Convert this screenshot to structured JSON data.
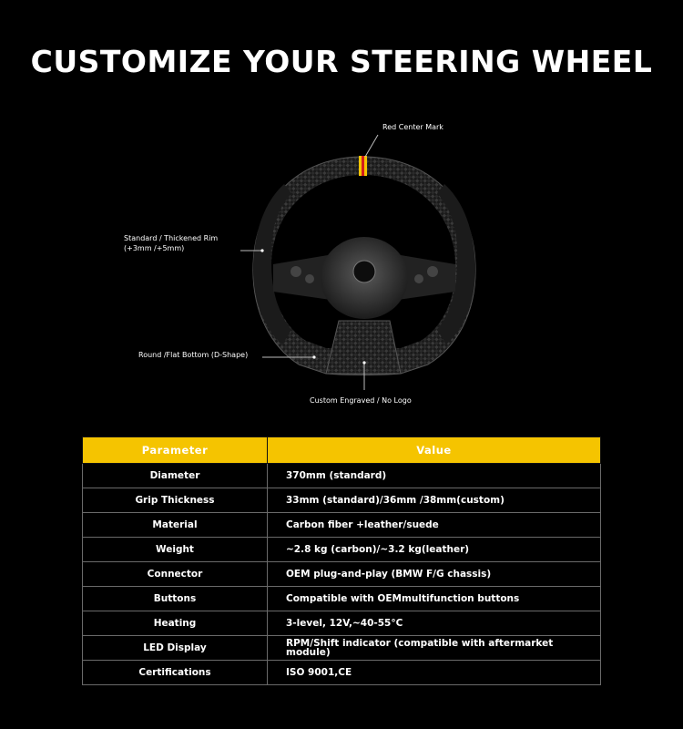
{
  "title": "CUSTOMIZE YOUR STEERING WHEEL",
  "callouts": {
    "red_center_mark": "Red Center Mark",
    "rim_line1": "Standard / Thickened Rim",
    "rim_line2": "(+3mm /+5mm)",
    "flat_bottom": "Round /Flat Bottom (D-Shape)",
    "engraved": "Custom Engraved / No Logo"
  },
  "table": {
    "headers": [
      "Parameter",
      "Value"
    ],
    "rows": [
      {
        "parameter": "Diameter",
        "value": "370mm (standard)"
      },
      {
        "parameter": "Grip Thickness",
        "value": "33mm (standard)/36mm /38mm(custom)"
      },
      {
        "parameter": "Material",
        "value": "Carbon fiber +leather/suede"
      },
      {
        "parameter": "Weight",
        "value": "~2.8 kg (carbon)/~3.2 kg(leather)"
      },
      {
        "parameter": "Connector",
        "value": "OEM plug-and-play (BMW F/G chassis)"
      },
      {
        "parameter": "Buttons",
        "value": "Compatible with OEMmultifunction buttons"
      },
      {
        "parameter": "Heating",
        "value": "3-level, 12V,~40-55°C"
      },
      {
        "parameter": "LED Display",
        "value": "RPM/Shift indicator (compatible with aftermarket  module)"
      },
      {
        "parameter": "Certifications",
        "value": "ISO 9001,CE"
      }
    ]
  },
  "colors": {
    "background": "#000000",
    "header_yellow": "#f5c400",
    "center_stripe_red": "#d41c1c",
    "center_stripe_yellow": "#f5c400"
  }
}
